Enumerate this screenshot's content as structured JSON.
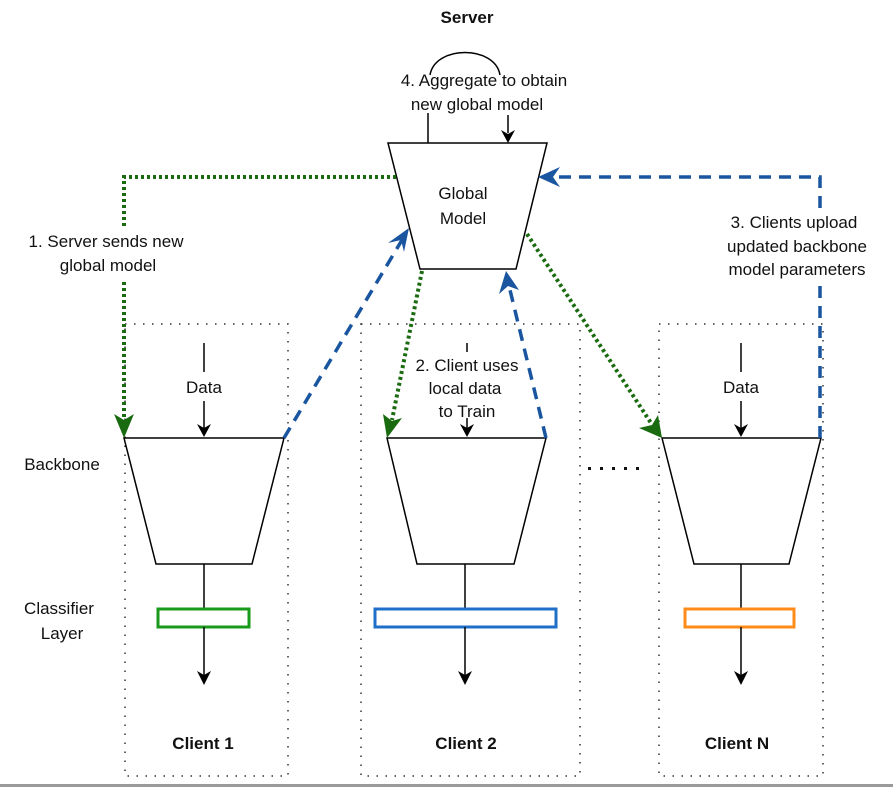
{
  "title": "Server",
  "global_model": {
    "line1": "Global",
    "line2": "Model"
  },
  "steps": {
    "step1": {
      "line1": "1. Server sends new",
      "line2": "global model"
    },
    "step2": {
      "line1": "2. Client uses",
      "line2": "local data",
      "line3": "to Train"
    },
    "step3": {
      "line1": "3. Clients upload",
      "line2": "updated backbone",
      "line3": "model parameters"
    },
    "step4": {
      "line1": "4. Aggregate to obtain",
      "line2": "new global model"
    }
  },
  "row_labels": {
    "backbone": "Backbone",
    "classifier_line1": "Classifier",
    "classifier_line2": "Layer"
  },
  "clients": [
    {
      "name": "Client 1",
      "data_label": "Data",
      "classifier_color": "#1a9a1a"
    },
    {
      "name": "Client 2",
      "data_label": "",
      "classifier_color": "#1f6fc9"
    },
    {
      "name": "Client N",
      "data_label": "Data",
      "classifier_color": "#ff8c1a"
    }
  ],
  "colors": {
    "send_arrow": "#1a6b10",
    "upload_arrow": "#1a55a0",
    "ellipsis_dots": "#e08a1e"
  }
}
